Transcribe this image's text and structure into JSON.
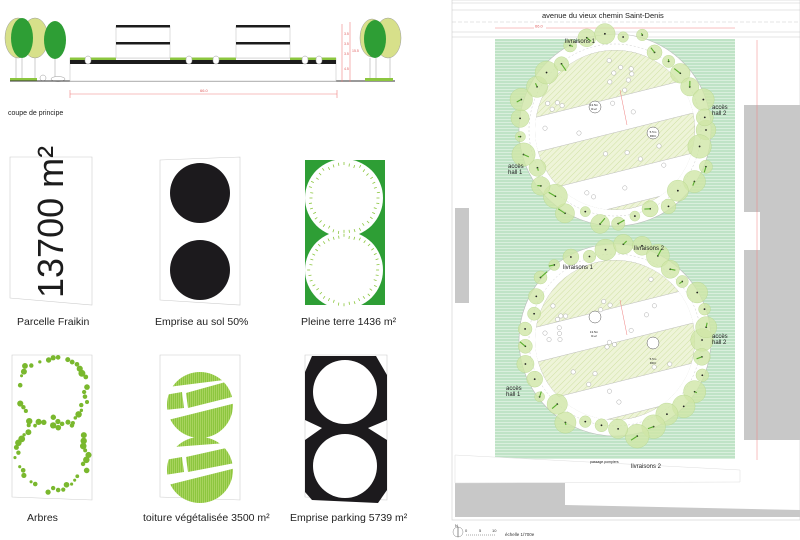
{
  "section": {
    "caption": "coupe de principe",
    "total_width": "66.0",
    "heights": [
      "3.5",
      "3.5",
      "3.5",
      "4.5"
    ],
    "total_height": "15.5"
  },
  "panels": [
    {
      "label": "Parcelle Fraikin",
      "value": "13700 m²"
    },
    {
      "label": "Emprise au sol 50%"
    },
    {
      "label": "Pleine terre 1436 m²"
    },
    {
      "label": "Arbres"
    },
    {
      "label": "toiture végétalisée 3500 m²"
    },
    {
      "label": "Emprise parking  5739 m²"
    }
  ],
  "plan": {
    "street": "avenue du vieux chemin Saint-Denis",
    "width_dim": "66.0",
    "labels": {
      "livraisons_1": "livraisons 1",
      "livraisons_2": "livraisons 2",
      "acces_hall_1": "accès hall 1",
      "acces_hall_2": "accès hall 2",
      "passage": "passage pompiers"
    },
    "building_tags": {
      "high": "13.5m R+2",
      "low": "5.5m RDC"
    },
    "scale": {
      "ticks": [
        "0",
        "5",
        "10"
      ],
      "label": "échelle 1/700e",
      "north": "N"
    }
  },
  "colors": {
    "green_dark": "#2e9e35",
    "green_light": "#d7e08a",
    "lime": "#8cc63f",
    "red_dim": "#f08080",
    "grey": "#c8c8c8"
  }
}
